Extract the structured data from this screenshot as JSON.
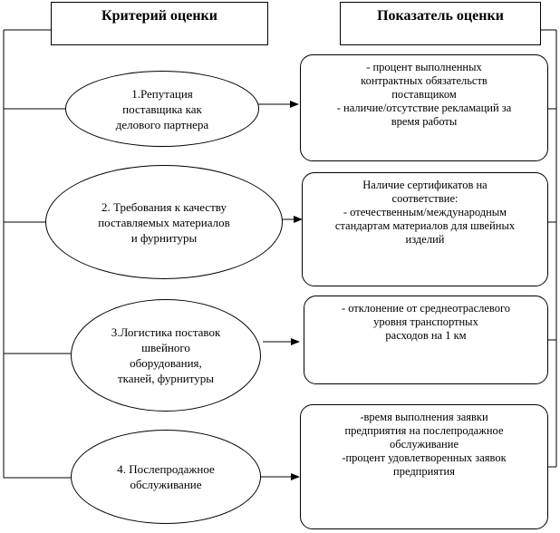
{
  "headers": {
    "criteria": "Критерий оценки",
    "indicators": "Показатель оценки"
  },
  "criteria": [
    "1.Репутация\nпоставщика как\nделового партнера",
    "2. Требования к качеству\nпоставляемых материалов\nи фурнитуры",
    "3.Логистика поставок\nшвейного\nоборудования,\nтканей, фурнитуры",
    "4. Послепродажное\nобслуживание"
  ],
  "indicators": [
    "- процент выполненных\nконтрактных обязательств\nпоставщиком\n- наличие/отсутствие рекламаций за\nвремя работы",
    "Наличие сертификатов на\nсоответствие:\n- отечественным/международным\nстандартам материалов для швейных\nизделий",
    "- отклонение от среднеотраслевого\nуровня транспортных\nрасходов на 1 км",
    "-время выполнения заявки\nпредприятия на послепродажное\nобслуживание\n-процент удовлетворенных заявок\nпредприятия"
  ]
}
